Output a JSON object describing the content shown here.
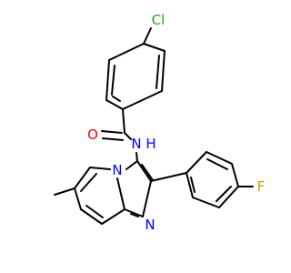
{
  "atoms": {
    "chlorine": {
      "symbol": "Cl",
      "color": "#2ca02c"
    },
    "oxygen": {
      "symbol": "O",
      "color": "#ff0000"
    },
    "amide_nitrogen": {
      "symbol": "N",
      "color": "#0000ff"
    },
    "hydrogen": {
      "symbol": "H",
      "color": "#0000ff"
    },
    "bridgehead_nitrogen": {
      "symbol": "N",
      "color": "#0000ff"
    },
    "imidazole_nitrogen": {
      "symbol": "N",
      "color": "#0000ff"
    },
    "fluorine": {
      "symbol": "F",
      "color": "#c8a000"
    }
  }
}
